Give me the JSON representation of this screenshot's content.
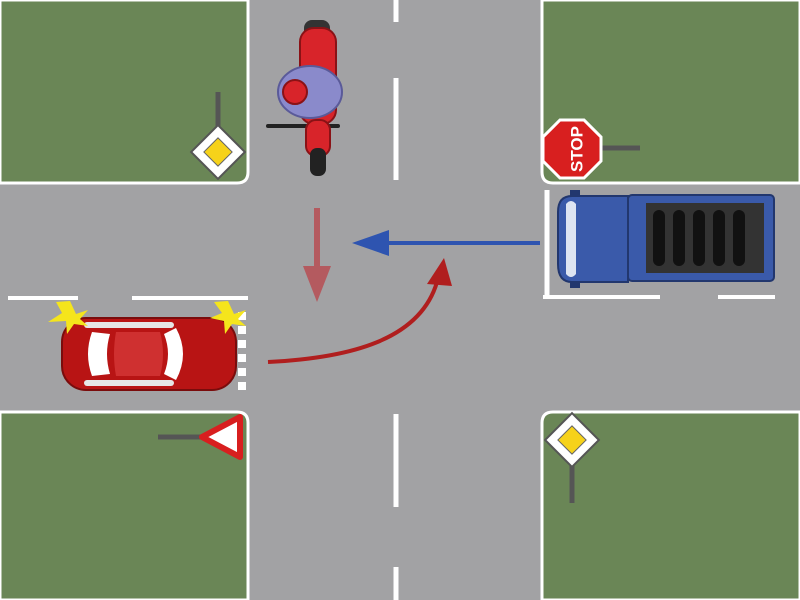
{
  "scene": {
    "colors": {
      "grass": "#6a8656",
      "road": "#a2a2a4",
      "marking": "#ffffff",
      "car": "#b81414",
      "truck": "#3a5aaa",
      "motorcycle": "#d8242a",
      "rider": "#8a8acb",
      "arrow_car": "#b01e1e",
      "arrow_truck": "#2e54b0",
      "arrow_motorcycle": "#b45a5f",
      "priority_sign": "#f6d21a",
      "turn_signal": "#f5e51c"
    },
    "signs": {
      "stop_text": "STOP",
      "stop_sign": "stop-sign",
      "yield_sign": "yield-sign",
      "priority_road_sign": "priority-road-sign"
    },
    "vehicles": {
      "car": {
        "turn_signal": "left",
        "movement": "turn-left"
      },
      "truck": {
        "movement": "straight"
      },
      "motorcycle": {
        "movement": "straight"
      }
    }
  }
}
